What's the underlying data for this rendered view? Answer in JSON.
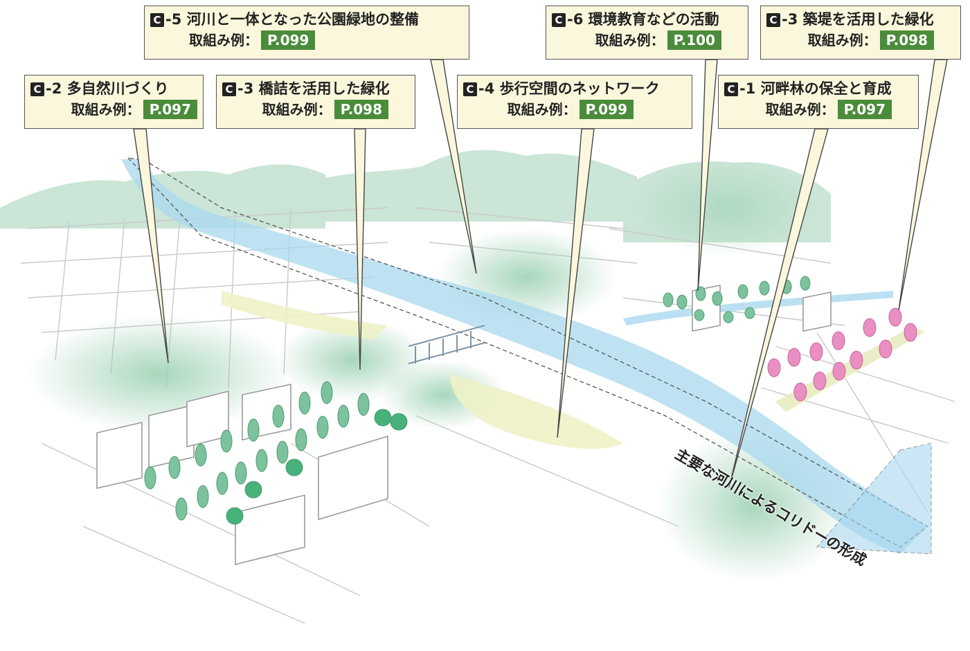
{
  "callouts": [
    {
      "code": "C",
      "num": "-5",
      "title": "河川と一体となった公園緑地の整備",
      "ref_label": "取組み例：",
      "page": "P.099"
    },
    {
      "code": "C",
      "num": "-6",
      "title": "環境教育などの活動",
      "ref_label": "取組み例：",
      "page": "P.100"
    },
    {
      "code": "C",
      "num": "-3",
      "title": "築堤を活用した緑化",
      "ref_label": "取組み例：",
      "page": "P.098"
    },
    {
      "code": "C",
      "num": "-2",
      "title": "多自然川づくり",
      "ref_label": "取組み例：",
      "page": "P.097"
    },
    {
      "code": "C",
      "num": "-3",
      "title": "橋詰を活用した緑化",
      "ref_label": "取組み例：",
      "page": "P.098"
    },
    {
      "code": "C",
      "num": "-4",
      "title": "歩行空間のネットワーク",
      "ref_label": "取組み例：",
      "page": "P.099"
    },
    {
      "code": "C",
      "num": "-1",
      "title": "河畔林の保全と育成",
      "ref_label": "取組み例：",
      "page": "P.097"
    }
  ],
  "corridor_label": "主要な河川によるコリドーの形成",
  "colors": {
    "callout_bg": "#fbf7dc",
    "page_badge": "#4a8c3a",
    "river": "#a9d8ef",
    "green": "#7cc39d",
    "pink_tree": "#e98fc2"
  }
}
